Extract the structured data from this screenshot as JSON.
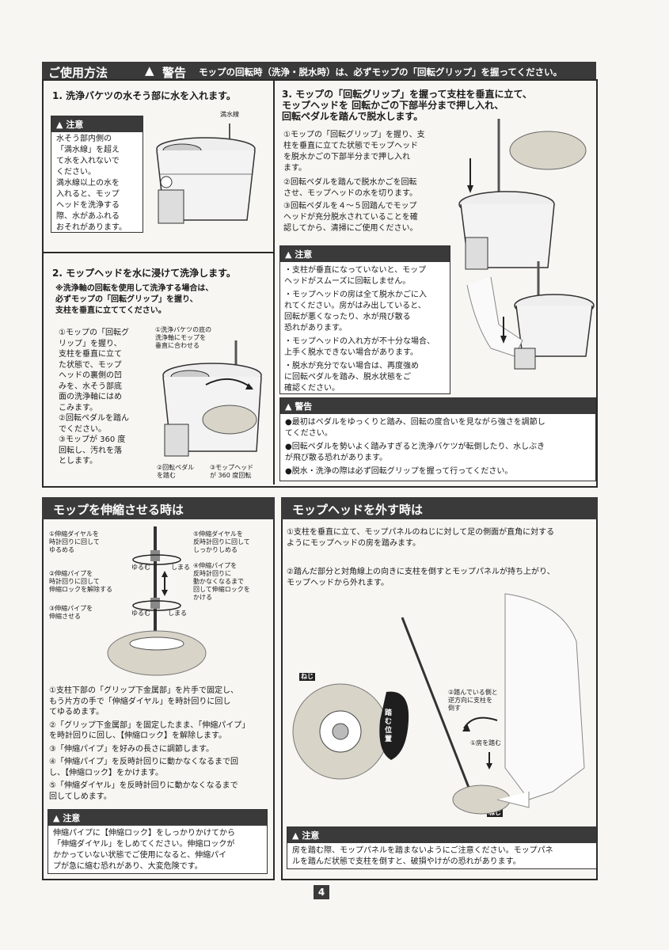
{
  "header": {
    "title": "ご使用方法",
    "warning_label": "警告",
    "warning_text": "モップの回転時（洗浄・脱水時）は、必ずモップの「回転グリップ」を握ってください。"
  },
  "step1": {
    "title": "1. 洗浄バケツの水そう部に水を入れます。",
    "caution_label": "注意",
    "caution_lines": [
      "水そう部内側の",
      "「満水線」を超え",
      "て水を入れないで",
      "ください。",
      "満水線以上の水を",
      "入れると、モップ",
      "ヘッドを洗浄する",
      "際、水があふれる",
      "おそれがあります。"
    ],
    "fill_line_label": "満水線"
  },
  "step2": {
    "title": "2. モップヘッドを水に浸けて洗浄します。",
    "note": [
      "※洗浄軸の回転を使用して洗浄する場合は、",
      "必ずモップの「回転グリップ」を握り、",
      "支柱を垂直に立ててください。"
    ],
    "body": [
      "①モップの「回転グ",
      "リップ」を握り、",
      "支柱を垂直に立て",
      "た状態で、モップ",
      "ヘッドの裏側の凹",
      "みを、水そう部底",
      "面の洗浄軸にはめ",
      "こみます。",
      "②回転ペダルを踏ん",
      "でください。",
      "③モップが 360 度",
      "回転し、汚れを落",
      "とします。"
    ],
    "callout_top": [
      "①洗浄バケツの底の",
      "洗浄軸にモップを",
      "垂直に合わせる"
    ],
    "callout_pedal": [
      "②回転ペダル",
      "を踏む"
    ],
    "callout_head": [
      "③モップヘッド",
      "が 360 度回転"
    ]
  },
  "step3": {
    "title": [
      "3. モップの「回転グリップ」を握って支柱を垂直に立て、",
      "モップヘッドを 回転かごの下部半分まで押し入れ、",
      "回転ペダルを踏んで脱水します。"
    ],
    "body1": [
      "①モップの「回転グリップ」を握り、支",
      "柱を垂直に立てた状態でモップヘッド",
      "を脱水かごの下部半分まで押し入れ",
      "ます。"
    ],
    "body2": [
      "②回転ペダルを踏んで脱水かごを回転",
      "させ、モップヘッドの水を切ります。"
    ],
    "body3": [
      "③回転ペダルを４～５回踏んでモップ",
      "ヘッドが充分脱水されていることを確",
      "認してから、清掃にご使用ください。"
    ],
    "caution_label": "注意",
    "caution_items": [
      [
        "・支柱が垂直になっていないと、モップ",
        "ヘッドがスムーズに回転しません。"
      ],
      [
        "・モップヘッドの房は全て脱水かごに入",
        "れてください。房がはみ出していると、",
        "回転が悪くなったり、水が飛び散る",
        "恐れがあります。"
      ],
      [
        "・モップヘッドの入れ方が不十分な場合、",
        "上手く脱水できない場合があります。"
      ],
      [
        "・脱水が充分でない場合は、再度強め",
        "に回転ペダルを踏み、脱水状態をご",
        "確認ください。"
      ]
    ],
    "warning_label": "警告",
    "warning_items": [
      [
        "●最初はペダルをゆっくりと踏み、回転の度合いを見ながら強さを調節し",
        "てください。"
      ],
      [
        "●回転ペダルを勢いよく踏みすぎると洗浄バケツが転倒したり、水しぶき",
        "が飛び散る恐れがあります。"
      ],
      [
        "●脱水・洗浄の際は必ず回転グリップを握って行ってください。"
      ]
    ]
  },
  "extend": {
    "title": "モップを伸縮させる時は",
    "callout1": [
      "①伸縮ダイヤルを",
      "時計回りに回して",
      "ゆるめる"
    ],
    "callout5": [
      "⑤伸縮ダイヤルを",
      "反時計回りに回して",
      "しっかりしめる"
    ],
    "callout2": [
      "②伸縮パイプを",
      "時計回りに回して",
      "伸縮ロックを解除する"
    ],
    "callout4": [
      "④伸縮パイプを",
      "反時計回りに",
      "動かなくなるまで",
      "回して伸縮ロックを",
      "かける"
    ],
    "callout3": [
      "③伸縮パイプを",
      "伸縮させる"
    ],
    "loosen": "ゆるむ",
    "tighten": "しまる",
    "steps": [
      [
        "①支柱下部の「グリップ下金属部」を片手で固定し、",
        "もう片方の手で「伸縮ダイヤル」を時計回りに回し",
        "てゆるめます。"
      ],
      [
        "②「グリップ下金属部」を固定したまま、「伸縮パイプ」",
        "を時計回りに回し、【伸縮ロック】を解除します。"
      ],
      [
        "③「伸縮パイプ」を好みの長さに調節します。"
      ],
      [
        "④「伸縮パイプ」を反時計回りに動かなくなるまで回",
        "し、【伸縮ロック】をかけます。"
      ],
      [
        "⑤「伸縮ダイヤル」を反時計回りに動かなくなるまで",
        "回してしめます。"
      ]
    ],
    "caution_label": "注意",
    "caution": [
      "伸縮パイプに【伸縮ロック】をしっかりかけてから",
      "「伸縮ダイヤル」をしめてください。伸縮ロックが",
      "かかっていない状態でご使用になると、伸縮パイ",
      "プが急に縮む恐れがあり、大変危険です。"
    ]
  },
  "remove": {
    "title": "モップヘッドを外す時は",
    "step1": [
      "①支柱を垂直に立て、モップパネルのねじに対して足の側面が直角に対する",
      "ようにモップヘッドの房を踏みます。"
    ],
    "step2": [
      "②踏んだ部分と対角線上の向きに支柱を倒すとモップパネルが持ち上がり、",
      "モップヘッドから外れます。"
    ],
    "screw_label": "ねじ",
    "screw_label2": "ねじ",
    "screw_label3": "ねじ",
    "foot_pos": "踏む位置",
    "callout_tilt": [
      "②踏んでいる側と",
      "逆方向に支柱を",
      "倒す"
    ],
    "callout_step": "①房を踏む",
    "caution_label": "注意",
    "caution": [
      "房を踏む際、モップパネルを踏まないようにご注意ください。モップパネ",
      "ルを踏んだ状態で支柱を倒すと、破損やけがの恐れがあります。"
    ]
  },
  "page_number": "4"
}
